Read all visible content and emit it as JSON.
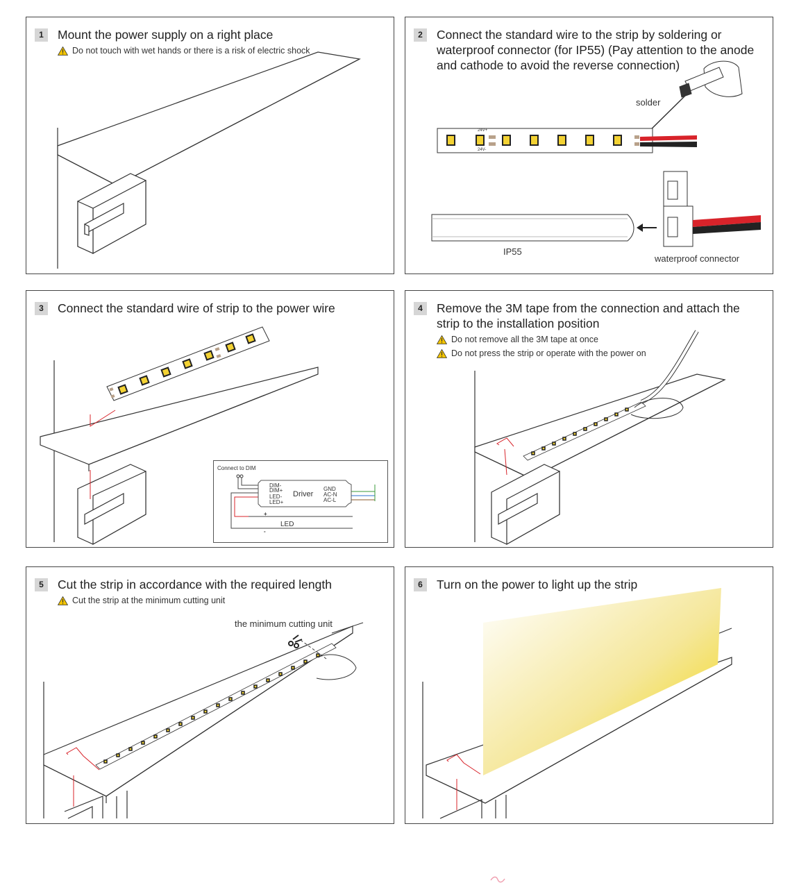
{
  "steps": [
    {
      "number": "1",
      "title": "Mount the power supply on a right place",
      "warnings": [
        "Do not touch with wet hands or there is a risk of electric shock"
      ]
    },
    {
      "number": "2",
      "title": "Connect the standard wire to the strip by soldering or waterproof connector (for IP55) (Pay attention to the anode and cathode to avoid the reverse connection)",
      "warnings": [],
      "labels": {
        "solder": "solder",
        "ip": "IP55",
        "connector": "waterproof connector",
        "pad_pos": "24V+",
        "pad_neg": "24V-"
      }
    },
    {
      "number": "3",
      "title": "Connect the standard wire of strip to the power wire",
      "warnings": [],
      "driver": {
        "connect_label": "Connect to DIM",
        "name": "Driver",
        "left_pins": [
          "DIM-",
          "DIM+",
          "LED-",
          "LED+"
        ],
        "right_pins": [
          "GND",
          "AC-N",
          "AC-L"
        ],
        "led_label": "LED",
        "plus": "+",
        "minus": "-"
      }
    },
    {
      "number": "4",
      "title": "Remove the 3M tape from the connection and attach the strip to the installation position",
      "warnings": [
        "Do not remove all the 3M tape at once",
        "Do not press the strip or operate with the power on"
      ]
    },
    {
      "number": "5",
      "title": "Cut the strip in accordance with the required length",
      "warnings": [
        "Cut the strip at the minimum cutting unit"
      ],
      "labels": {
        "cut": "the minimum cutting unit"
      }
    },
    {
      "number": "6",
      "title": "Turn on the power to light up the strip",
      "warnings": []
    }
  ],
  "colors": {
    "line": "#333333",
    "wire_red": "#d8232a",
    "led": "#f3d233",
    "glow": "#f0d400",
    "badge": "#d6d6d6",
    "warn": "#f3c400"
  }
}
